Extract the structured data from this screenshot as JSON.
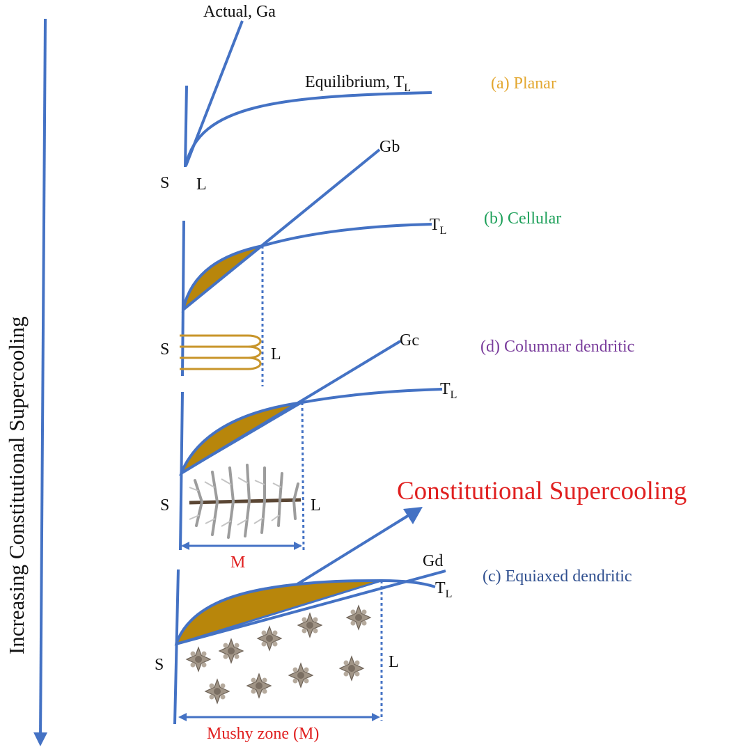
{
  "colors": {
    "curve": "#4472c4",
    "fill": "#b8860b",
    "planar": "#e3a72f",
    "cellular": "#1ea05a",
    "columnar": "#7a3d9c",
    "equiaxed": "#2f4f8f",
    "highlight": "#e02020",
    "text": "#111111"
  },
  "axis": {
    "label": "Increasing Constitutional Supercooling"
  },
  "panel_a": {
    "actual_label": "Actual, Ga",
    "equilibrium_label": "Equilibrium, T",
    "sub": "L",
    "title": "(a) Planar",
    "solid": "S",
    "liquid": "L"
  },
  "panel_b": {
    "gradient_label": "Gb",
    "tl_label": "T",
    "sub": "L",
    "title": "(b) Cellular",
    "solid": "S",
    "liquid": "L"
  },
  "panel_d": {
    "gradient_label": "Gc",
    "tl_label": "T",
    "sub": "L",
    "title": "(d) Columnar dendritic",
    "solid": "S",
    "liquid": "L",
    "zone_label": "M"
  },
  "panel_c": {
    "gradient_label": "Gd",
    "tl_label": "T",
    "sub": "L",
    "title": "(c) Equiaxed dendritic",
    "solid": "S",
    "liquid": "L",
    "zone_label": "Mushy zone (M)"
  },
  "highlight_label": "Constitutional Supercooling"
}
